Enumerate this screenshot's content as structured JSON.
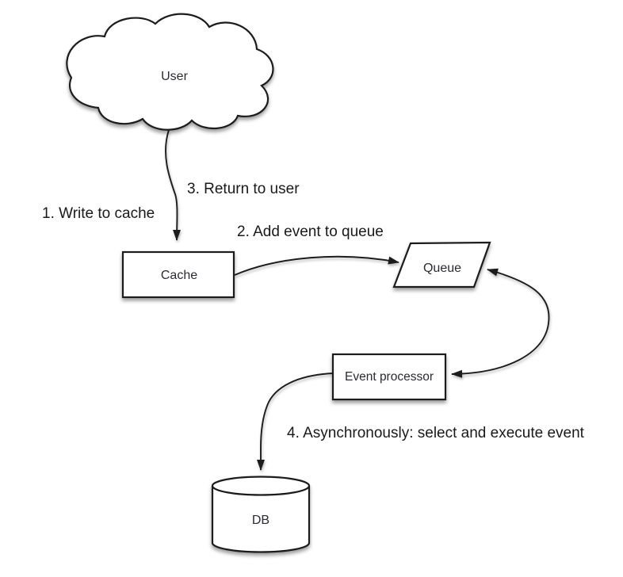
{
  "diagram": {
    "background_color": "#ffffff",
    "stroke_color": "#1f1f1f",
    "shape_fill_color": "#ffffff",
    "text_color": "#1d1d1f",
    "nodes": {
      "user": {
        "label": "User",
        "shape": "cloud"
      },
      "cache": {
        "label": "Cache",
        "shape": "rectangle"
      },
      "queue": {
        "label": "Queue",
        "shape": "parallelogram"
      },
      "event_processor": {
        "label": "Event processor",
        "shape": "rectangle"
      },
      "db": {
        "label": "DB",
        "shape": "cylinder"
      }
    },
    "annotations": {
      "step1": "1. Write to cache",
      "step2": "2. Add event to queue",
      "step3": "3. Return to user",
      "step4": "4. Asynchronously: select and execute event"
    },
    "edges": [
      {
        "from": "User",
        "to": "Cache",
        "style": "single-arrow"
      },
      {
        "from": "Cache",
        "to": "Queue",
        "style": "single-arrow"
      },
      {
        "from": "Queue",
        "to": "Event processor",
        "style": "double-arrow"
      },
      {
        "from": "Event processor",
        "to": "DB",
        "style": "single-arrow"
      }
    ]
  }
}
